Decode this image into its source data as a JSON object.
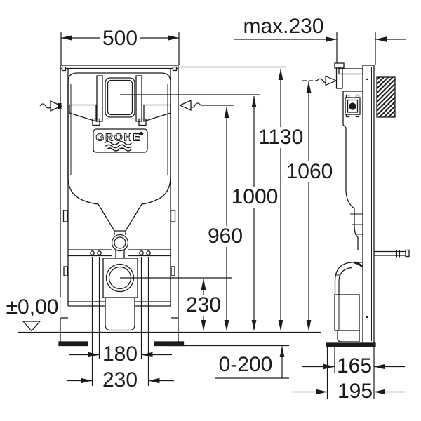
{
  "brand": "GROHE",
  "labels": {
    "w500": "500",
    "max230": "max.230",
    "h1130": "1130",
    "h1060": "1060",
    "h1000": "1000",
    "h960": "960",
    "v230": "230",
    "datum": "±0,00",
    "w180": "180",
    "w230": "230",
    "floor_range": "0-200",
    "d165": "165",
    "d195": "195"
  },
  "colors": {
    "line": "#1b1b1b",
    "background": "#ffffff"
  }
}
